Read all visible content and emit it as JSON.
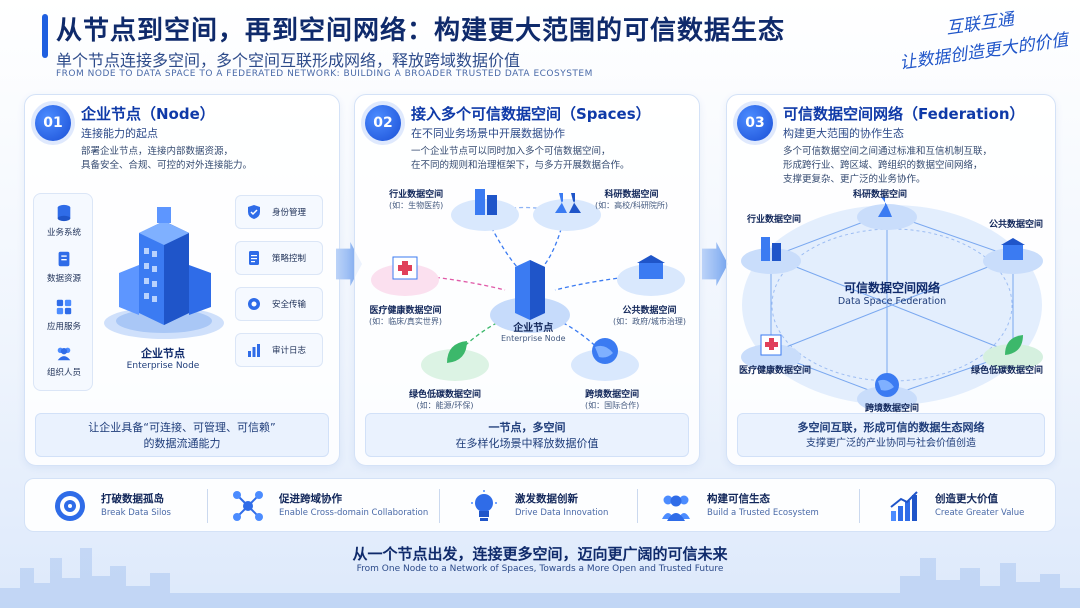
{
  "header": {
    "title": "从节点到空间，再到空间网络：构建更大范围的可信数据生态",
    "subtitle": "单个节点连接多空间，多个空间互联形成网络，释放跨域数据价值",
    "subtitle_en": "FROM NODE TO DATA SPACE TO A FEDERATED NETWORK: BUILDING A BROADER TRUSTED DATA ECOSYSTEM",
    "slogan_line1": "互联互通",
    "slogan_line2": "让数据创造更大的价值"
  },
  "panel1": {
    "num": "01",
    "title": "企业节点（Node）",
    "sub": "连接能力的起点",
    "desc1": "部署企业节点，连接内部数据资源，",
    "desc2": "具备安全、合规、可控的对外连接能力。",
    "left_items": [
      "业务系统",
      "数据资源",
      "应用服务",
      "组织人员"
    ],
    "right_items": [
      "身份管理",
      "策略控制",
      "安全传输",
      "审计日志"
    ],
    "node_cn": "企业节点",
    "node_en": "Enterprise Node",
    "bottom1": "让企业具备“可连接、可管理、可信赖”",
    "bottom2": "的数据流通能力"
  },
  "panel2": {
    "num": "02",
    "title": "接入多个可信数据空间（Spaces）",
    "sub": "在不同业务场景中开展数据协作",
    "desc1": "一个企业节点可以同时加入多个可信数据空间，",
    "desc2": "在不同的规则和治理框架下，与多方开展数据合作。",
    "center_cn": "企业节点",
    "center_en": "Enterprise Node",
    "spaces": [
      {
        "name": "行业数据空间",
        "note": "(如：生物医药)"
      },
      {
        "name": "科研数据空间",
        "note": "(如：高校/科研院所)"
      },
      {
        "name": "医疗健康数据空间",
        "note": "(如：临床/真实世界)"
      },
      {
        "name": "公共数据空间",
        "note": "(如：政府/城市治理)"
      },
      {
        "name": "绿色低碳数据空间",
        "note": "(如：能源/环保)"
      },
      {
        "name": "跨境数据空间",
        "note": "(如：国际合作)"
      }
    ],
    "bottom1": "一节点，多空间",
    "bottom2": "在多样化场景中释放数据价值"
  },
  "panel3": {
    "num": "03",
    "title": "可信数据空间网络（Federation）",
    "sub": "构建更大范围的协作生态",
    "desc1": "多个可信数据空间之间通过标准和互信机制互联，",
    "desc2": "形成跨行业、跨区域、跨组织的数据空间网络，",
    "desc3": "支撑更复杂、更广泛的业务协作。",
    "center_cn": "可信数据空间网络",
    "center_en": "Data Space Federation",
    "nodes": [
      "科研数据空间",
      "行业数据空间",
      "公共数据空间",
      "医疗健康数据空间",
      "绿色低碳数据空间",
      "跨境数据空间"
    ],
    "bottom1": "多空间互联，形成可信的数据生态网络",
    "bottom2": "支撑更广泛的产业协同与社会价值创造"
  },
  "benefits": [
    {
      "cn": "打破数据孤岛",
      "en": "Break Data Silos"
    },
    {
      "cn": "促进跨域协作",
      "en": "Enable Cross-domain Collaboration"
    },
    {
      "cn": "激发数据创新",
      "en": "Drive Data Innovation"
    },
    {
      "cn": "构建可信生态",
      "en": "Build a Trusted Ecosystem"
    },
    {
      "cn": "创造更大价值",
      "en": "Create Greater Value"
    }
  ],
  "footer": {
    "cn": "从一个节点出发，连接更多空间，迈向更广阔的可信未来",
    "en": "From One Node to a Network of Spaces, Towards a More Open and Trusted Future"
  },
  "colors": {
    "primary": "#1f5fe0",
    "dark": "#0f2a6b",
    "accent_green": "#3cb86b"
  }
}
